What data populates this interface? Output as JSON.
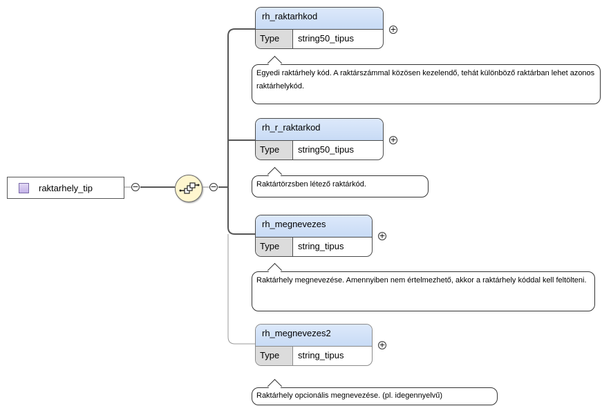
{
  "root": {
    "name": "raktarhely_tip"
  },
  "compositor": {
    "kind": "sequence"
  },
  "elements": [
    {
      "name": "rh_raktarhkod",
      "type_label": "Type",
      "type_value": "string50_tipus",
      "doc": "Egyedi raktárhely kód. A raktárszámmal közösen kezelendő, tehát különböző raktárban lehet azonos raktárhelykód.",
      "optional": false
    },
    {
      "name": "rh_r_raktarkod",
      "type_label": "Type",
      "type_value": "string50_tipus",
      "doc": "Raktártörzsben létező raktárkód.",
      "optional": false
    },
    {
      "name": "rh_megnevezes",
      "type_label": "Type",
      "type_value": "string_tipus",
      "doc": "Raktárhely megnevezése. Amennyiben nem értelmezhető, akkor a raktárhely kóddal kell feltölteni.",
      "optional": false
    },
    {
      "name": "rh_megnevezes2",
      "type_label": "Type",
      "type_value": "string_tipus",
      "doc": "Raktárhely opcionális megnevezése. (pl. idegennyelvű)",
      "optional": true
    }
  ],
  "icons": {
    "expand": "plus-circle-icon",
    "collapse": "minus-circle-icon",
    "sequence": "sequence-icon",
    "complex_type": "complex-type-icon"
  }
}
